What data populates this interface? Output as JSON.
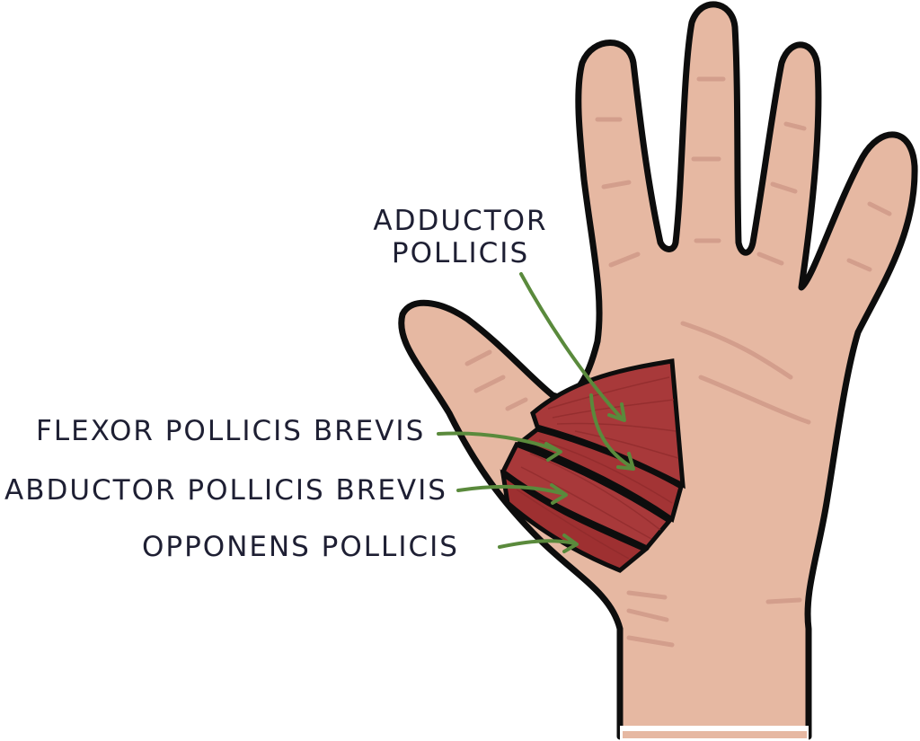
{
  "diagram": {
    "subject": "Thenar muscles of the hand (palmar view)",
    "colors": {
      "skin": "#e6b8a2",
      "skin_shadow": "#d39e8c",
      "outline": "#0d0d0d",
      "muscle": "#a8393a",
      "muscle_fiber": "#8e2a2b",
      "arrow": "#5a8a3c",
      "text": "#1e1f33"
    },
    "labels": [
      {
        "id": "adductor-pollicis",
        "line1": "ADDUCTOR",
        "line2": "POLLICIS"
      },
      {
        "id": "flexor-pollicis-brevis",
        "text": "FLEXOR POLLICIS BREVIS"
      },
      {
        "id": "abductor-pollicis-brevis",
        "text": "ABDUCTOR POLLICIS BREVIS"
      },
      {
        "id": "opponens-pollicis",
        "text": "OPPONENS POLLICIS"
      }
    ]
  }
}
